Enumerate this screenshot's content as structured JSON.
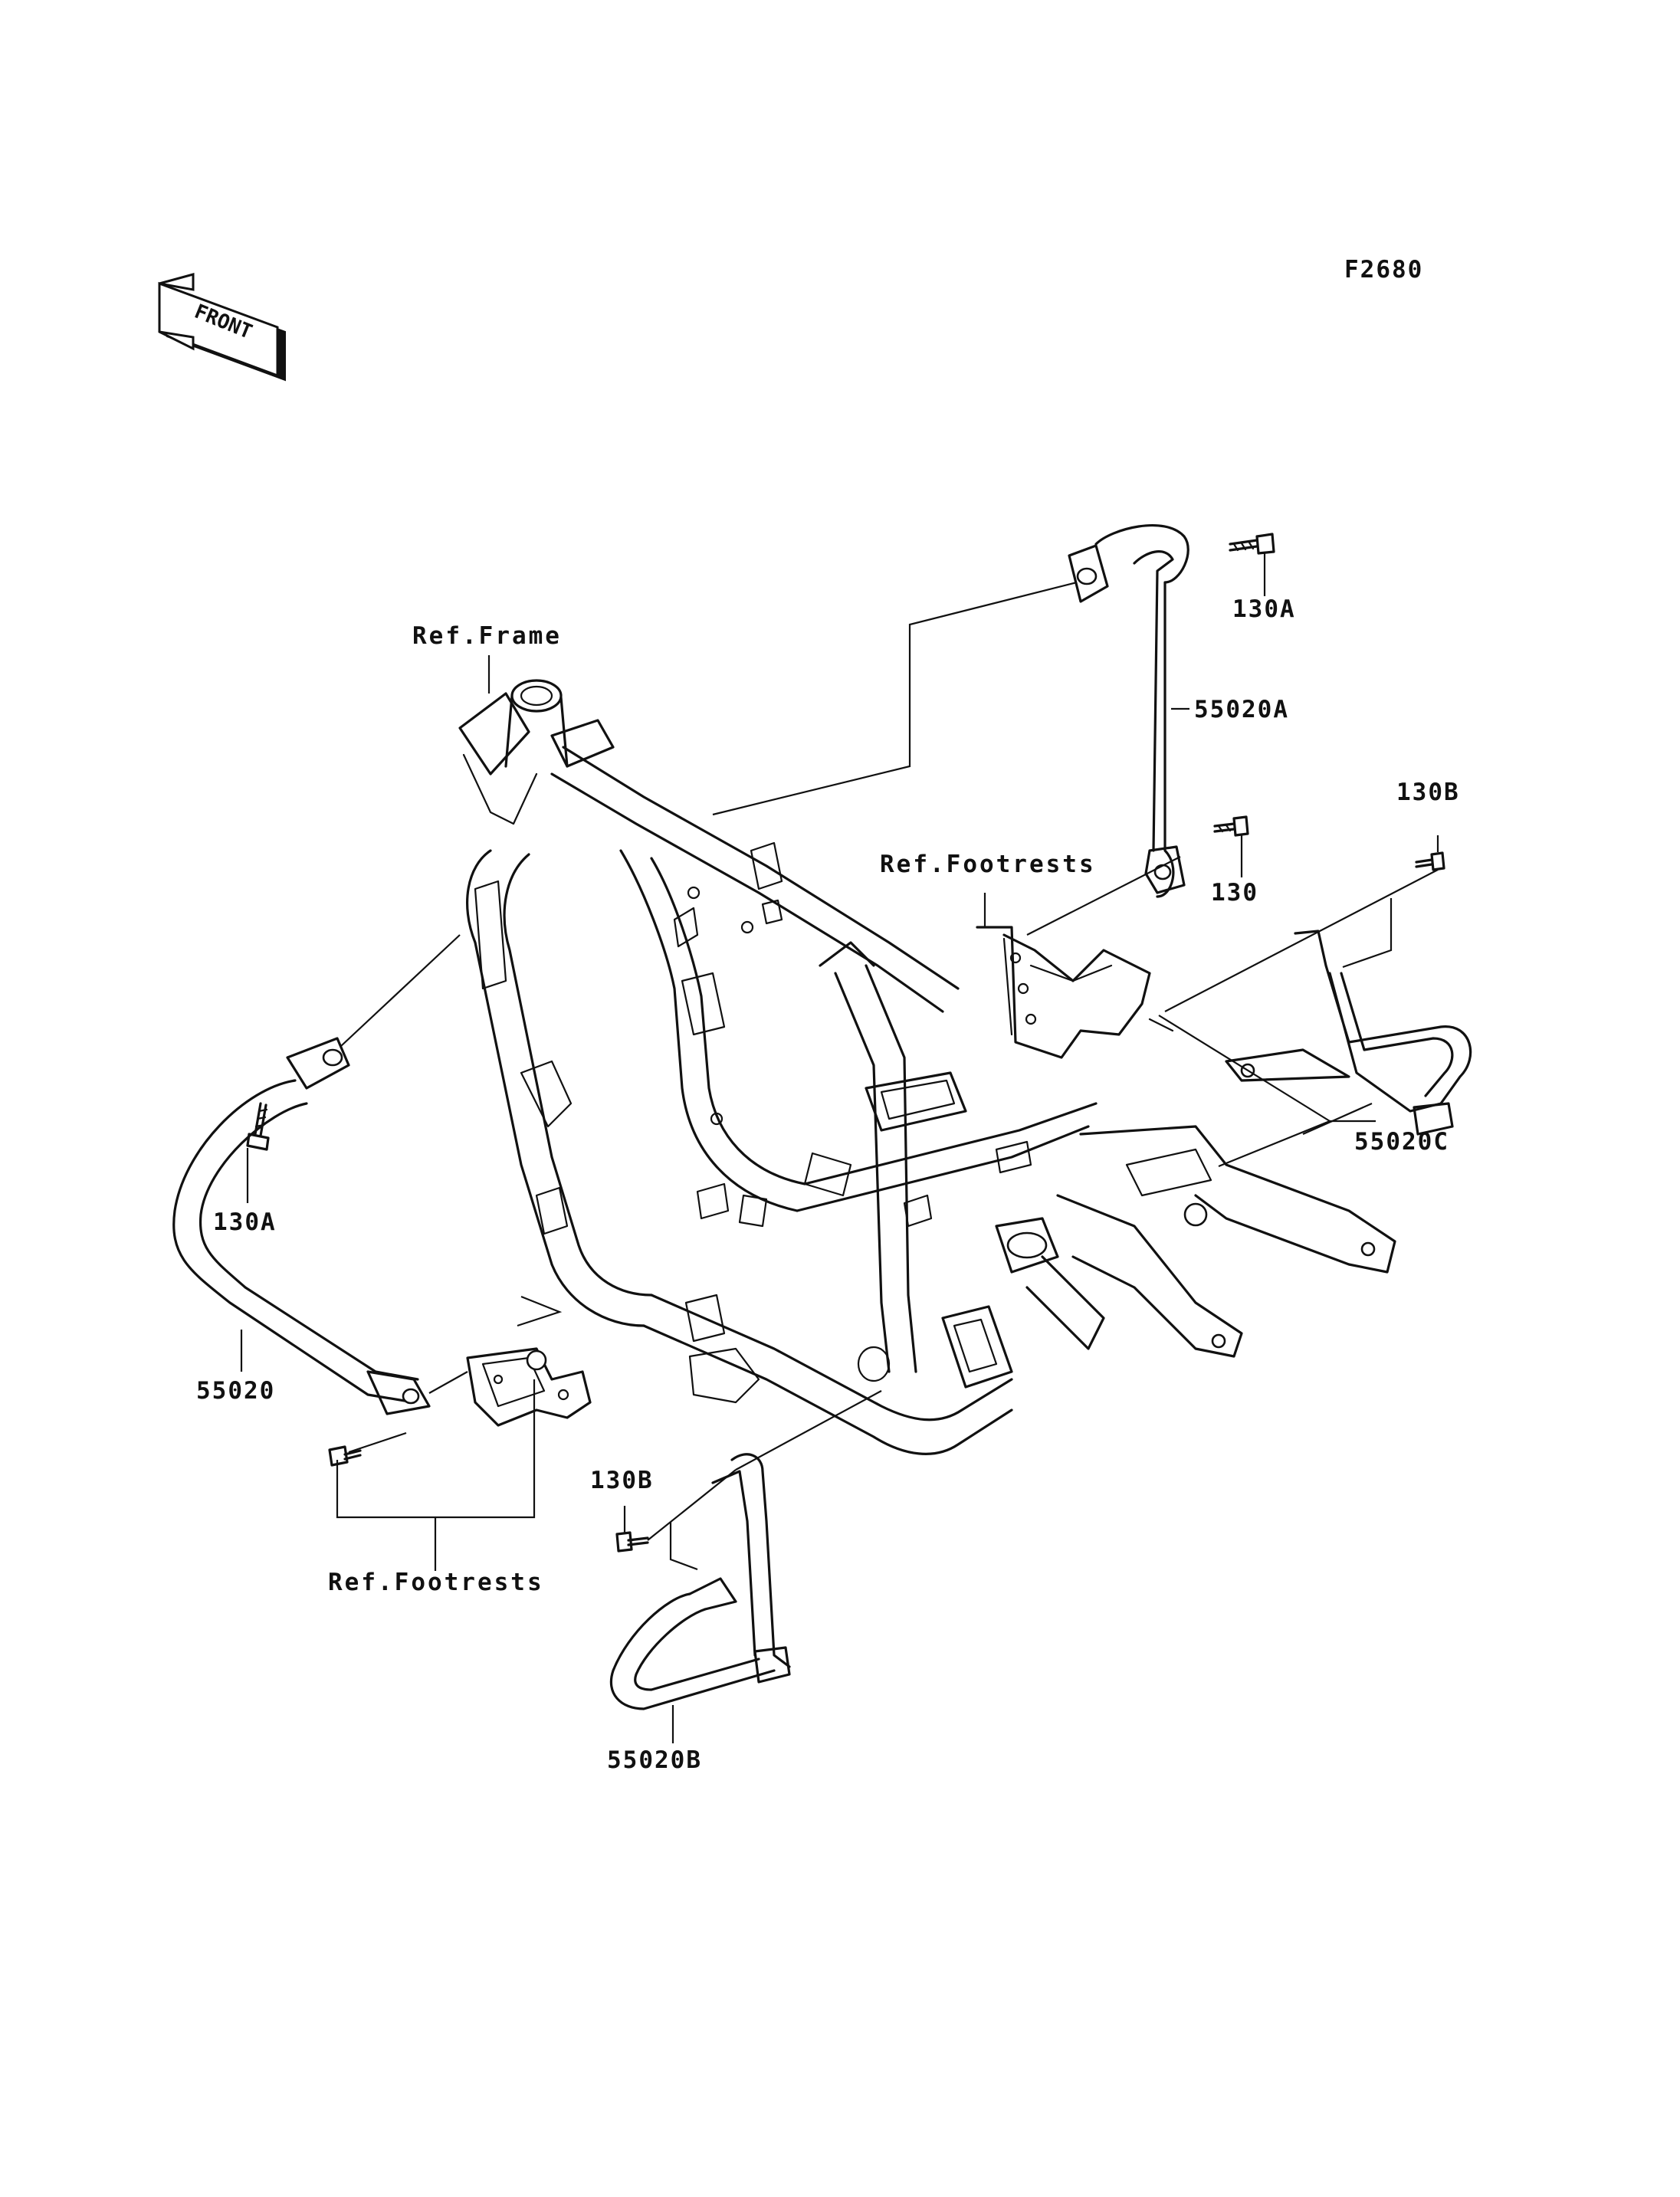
{
  "figure_code": "F2680",
  "front_label": "FRONT",
  "colors": {
    "ink": "#111111",
    "background": "#ffffff"
  },
  "labels": {
    "ref_frame": "Ref.Frame",
    "ref_footrests_upper": "Ref.Footrests",
    "ref_footrests_lower": "Ref.Footrests",
    "p130A_upper": "130A",
    "p130A_left": "130A",
    "p55020A": "55020A",
    "p130": "130",
    "p130B_right": "130B",
    "p55020C": "55020C",
    "p55020": "55020",
    "p130B_lower": "130B",
    "p55020B": "55020B"
  }
}
